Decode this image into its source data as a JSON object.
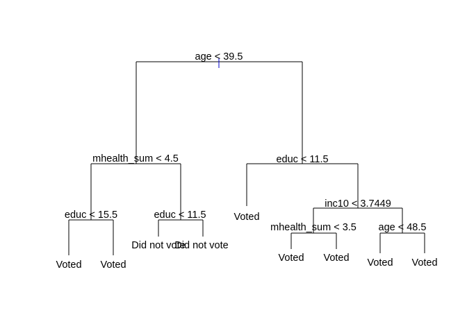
{
  "tree": {
    "root": {
      "label": "age < 39.5"
    },
    "left": {
      "label": "mhealth_sum < 4.5",
      "left": {
        "label": "educ < 15.5",
        "left_leaf": "Voted",
        "right_leaf": "Voted"
      },
      "right": {
        "label": "educ < 11.5",
        "left_leaf": "Did not vote",
        "right_leaf": "Did not vote"
      }
    },
    "right": {
      "label": "educ < 11.5",
      "left_leaf": "Voted",
      "right": {
        "label": "inc10 < 3.7449",
        "left": {
          "label": "mhealth_sum < 3.5",
          "left_leaf": "Voted",
          "right_leaf": "Voted"
        },
        "right": {
          "label": "age < 48.5",
          "left_leaf": "Voted",
          "right_leaf": "Voted"
        }
      }
    }
  },
  "colors": {
    "lines": "#000000",
    "root_tick": "#0000cc",
    "background": "#ffffff"
  }
}
